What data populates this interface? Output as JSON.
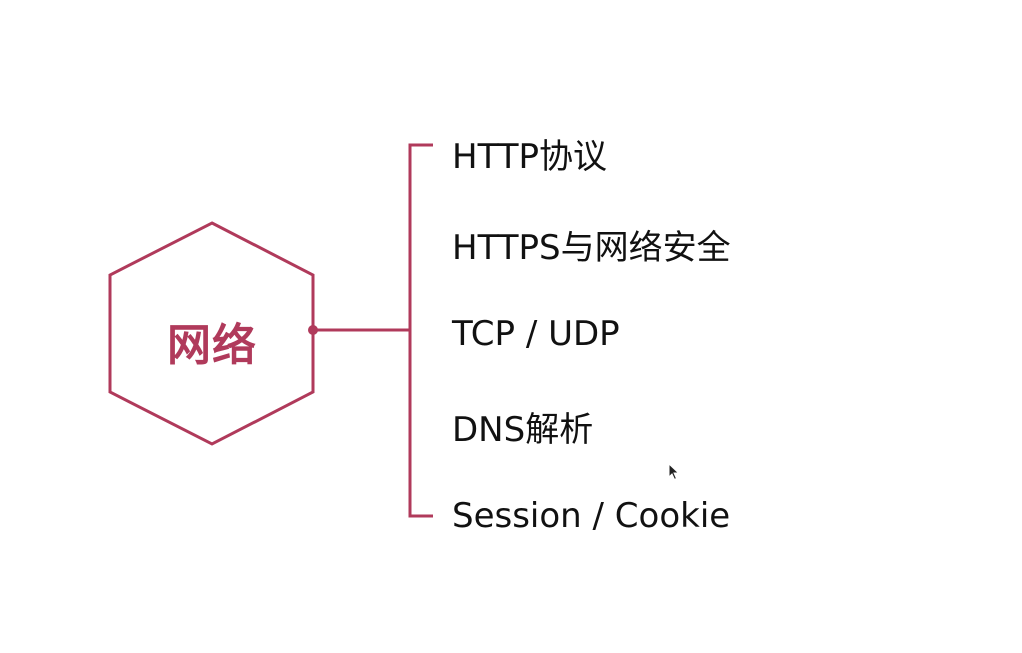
{
  "colors": {
    "accent": "#b03a5b",
    "text": "#111111",
    "background": "#ffffff"
  },
  "hub": {
    "label": "网络"
  },
  "branches": [
    {
      "label": "HTTP协议"
    },
    {
      "label": "HTTPS与网络安全"
    },
    {
      "label": "TCP / UDP"
    },
    {
      "label": "DNS解析"
    },
    {
      "label": "Session / Cookie"
    }
  ],
  "cursor": {
    "icon": "mouse-pointer-icon"
  }
}
